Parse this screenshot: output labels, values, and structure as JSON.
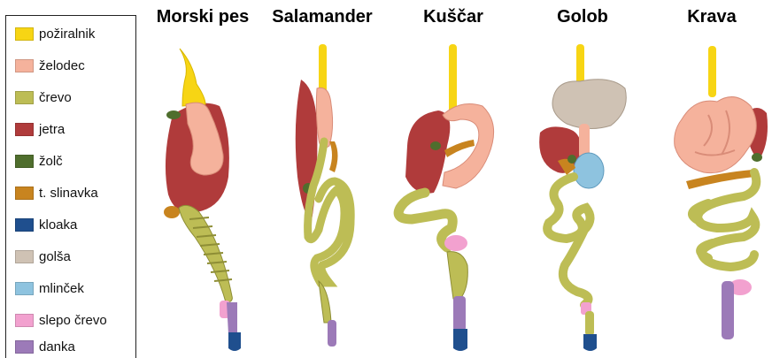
{
  "legend": {
    "items": [
      {
        "label": "požiralnik",
        "color": "#f7d514"
      },
      {
        "label": "želodec",
        "color": "#f5b29c"
      },
      {
        "label": "črevo",
        "color": "#bdbd55"
      },
      {
        "label": "jetra",
        "color": "#b03b3b"
      },
      {
        "label": "žolč",
        "color": "#4f6e2d"
      },
      {
        "label": "t. slinavka",
        "color": "#c8841f"
      },
      {
        "label": "kloaka",
        "color": "#1f4f8e"
      },
      {
        "label": "golša",
        "color": "#cfc2b4"
      },
      {
        "label": "mlinček",
        "color": "#8ec3df"
      },
      {
        "label": "slepo črevo",
        "color": "#f2a1cf"
      },
      {
        "label": "danka",
        "color": "#9c7ab8"
      }
    ]
  },
  "animals": [
    {
      "title": "Morski pes"
    },
    {
      "title": "Salamander"
    },
    {
      "title": "Kuščar"
    },
    {
      "title": "Golob"
    },
    {
      "title": "Krava"
    }
  ]
}
